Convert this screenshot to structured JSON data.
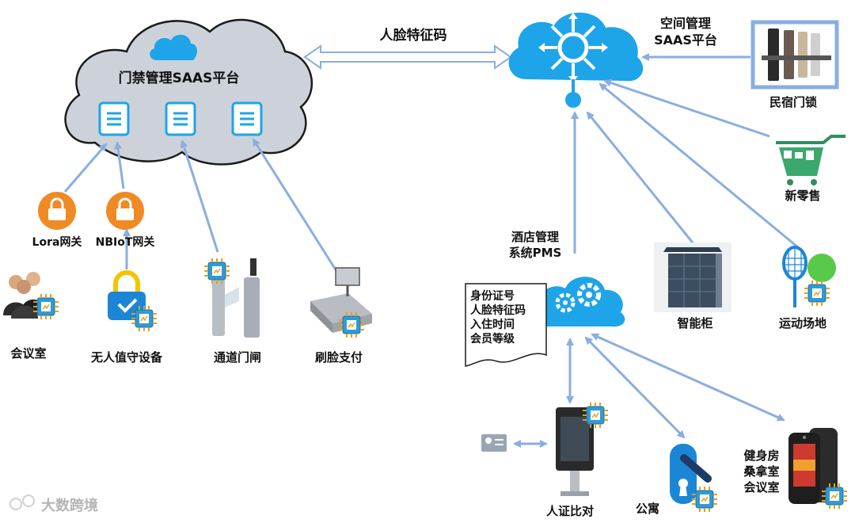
{
  "labels": {
    "access_saas": "门禁管理SAAS平台",
    "face_code": "人脸特征码",
    "space_saas_1": "空间管理",
    "space_saas_2": "SAAS平台",
    "homestay_lock": "民宿门锁",
    "new_retail": "新零售",
    "lora": "Lora网关",
    "nbiot": "NBIoT网关",
    "meeting_room": "会议室",
    "unattended": "无人值守设备",
    "gate": "通道门闸",
    "face_pay": "刷脸支付",
    "hotel_pms_1": "酒店管理",
    "hotel_pms_2": "系统PMS",
    "smart_cabinet": "智能柜",
    "sports": "运动场地",
    "id_match": "人证比对",
    "apartment": "公寓",
    "gym_1": "健身房",
    "gym_2": "桑拿室",
    "gym_3": "会议室",
    "watermark": "大数跨境"
  },
  "note_lines": [
    "身份证号",
    "人脸特征码",
    "入住时间",
    "会员等级"
  ],
  "colors": {
    "cloud_gray": "#cdd2da",
    "cloud_blue": "#1ea4e9",
    "connector": "#8aaee0",
    "gateway_orange": "#f08a24"
  }
}
